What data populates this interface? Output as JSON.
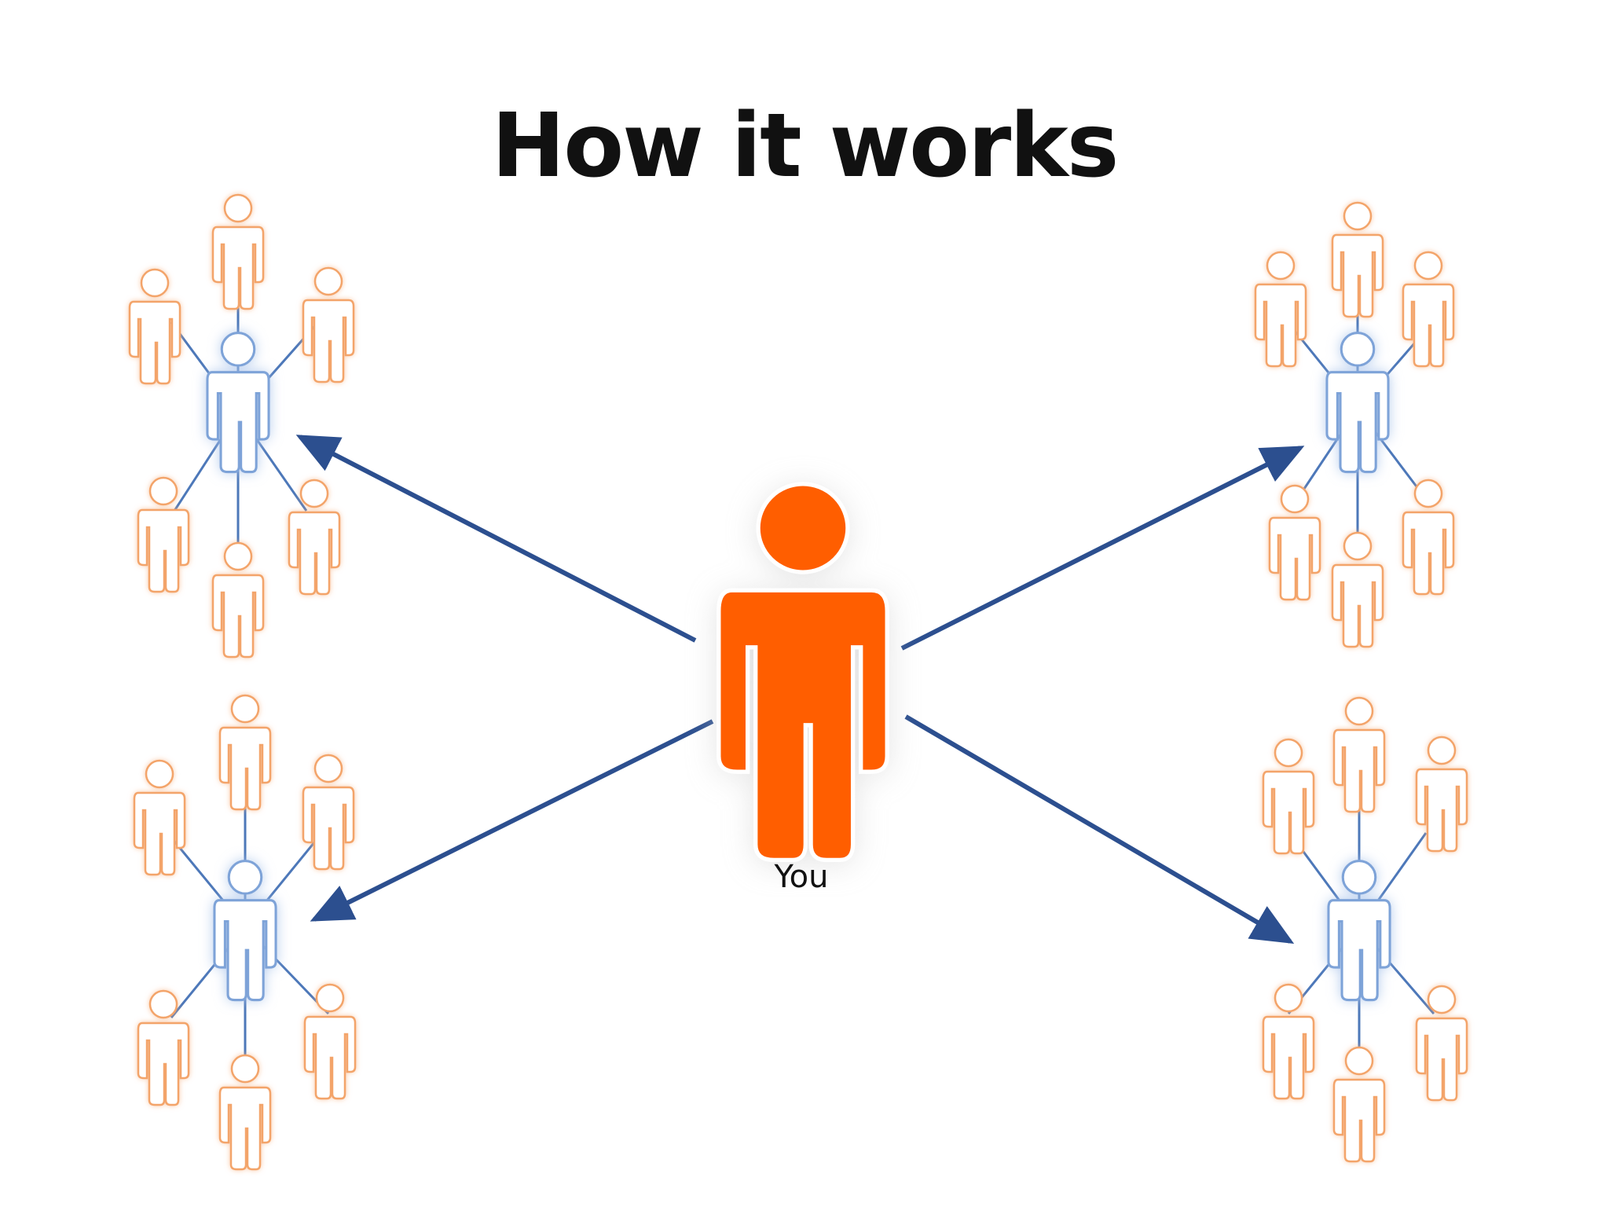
{
  "title": "How it works",
  "center": {
    "label": "You"
  },
  "groups": [
    "top-left",
    "top-right",
    "bottom-left",
    "bottom-right"
  ],
  "colors": {
    "you": "#ff5e00",
    "hub_outline": "#7ea3d8",
    "peer_outline": "#f3a46a",
    "arrow": "#2c4f8f",
    "connector": "#4d78b9"
  }
}
